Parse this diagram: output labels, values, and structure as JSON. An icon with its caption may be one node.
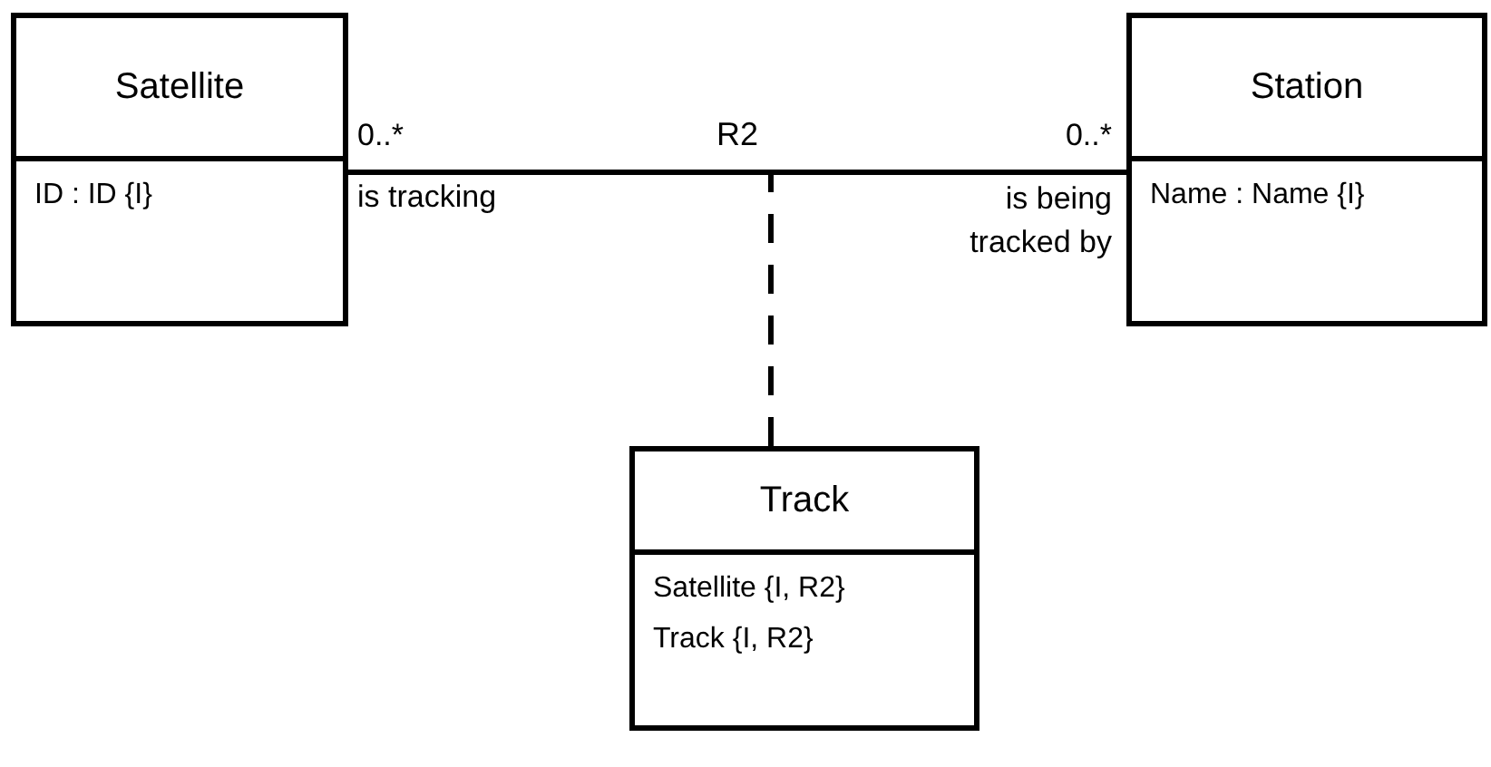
{
  "diagram": {
    "nodes": [
      {
        "text": [
          "Satellite",
          "ID : ID {I}"
        ]
      },
      {
        "text": [
          "Station",
          "Name : Name {I}"
        ]
      },
      {
        "text": [
          "Track",
          "Satellite {I, R2}",
          "Track {I, R2}"
        ]
      }
    ],
    "edges": [
      {
        "from": 0,
        "to": 1,
        "arrow": "none",
        "label": "R2"
      },
      {
        "from": 2,
        "to": null,
        "arrow": "none",
        "style": "dashed"
      }
    ],
    "labels": [
      "0..*",
      "is tracking",
      "0..*",
      "is being tracked by"
    ]
  }
}
